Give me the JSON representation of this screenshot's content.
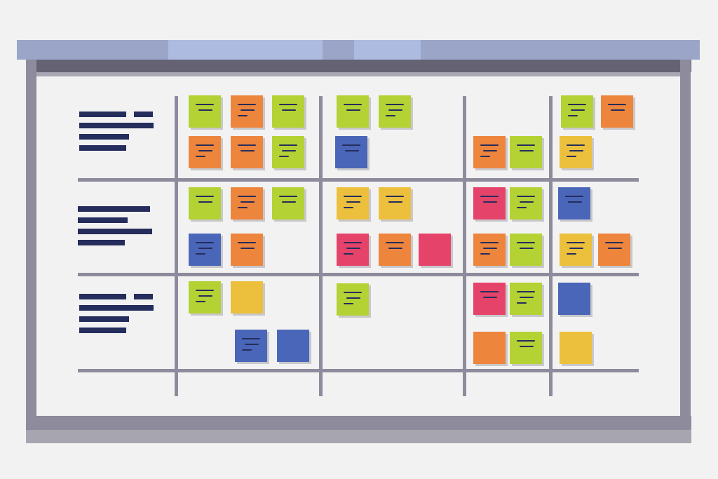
{
  "colors": {
    "green": "#b4d234",
    "orange": "#ee853c",
    "blue": "#4a66b8",
    "yellow": "#ecc03c",
    "pink": "#e6436a",
    "frame": "#8e8b9c",
    "label": "#252d5c"
  },
  "notes": [
    "green",
    "orange",
    "green",
    "orange",
    "orange",
    "green",
    "green",
    "green",
    "blue",
    "orange",
    "green",
    "green",
    "orange",
    "yellow",
    "green",
    "orange",
    "green",
    "blue",
    "orange",
    "yellow",
    "yellow",
    "pink",
    "orange",
    "pink",
    "pink",
    "green",
    "blue",
    "orange",
    "green",
    "yellow",
    "orange",
    "green",
    "yellow",
    "blue",
    "blue",
    "green",
    "pink",
    "green",
    "blue",
    "orange",
    "green",
    "yellow"
  ]
}
